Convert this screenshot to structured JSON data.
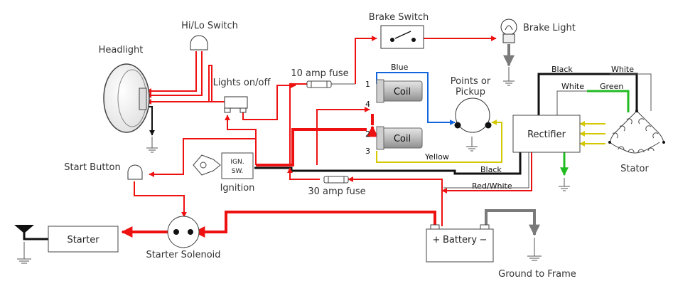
{
  "components": {
    "headlight": "Headlight",
    "hilo_switch": "Hi/Lo Switch",
    "brake_switch": "Brake Switch",
    "brake_light": "Brake Light",
    "lights_onoff": "Lights on/off",
    "fuse_10": "10 amp fuse",
    "fuse_30": "30 amp fuse",
    "coil_top": "Coil",
    "coil_bottom": "Coil",
    "points": "Points or",
    "pickup": "Pickup",
    "rectifier": "Rectifier",
    "stator": "Stator",
    "start_button": "Start Button",
    "ignition": "Ignition",
    "ign_line1": "IGN.",
    "ign_line2": "SW.",
    "starter": "Starter",
    "starter_solenoid": "Starter Solenoid",
    "battery": "Battery",
    "battery_plus": "+",
    "battery_minus": "−",
    "ground_to_frame": "Ground to Frame"
  },
  "terminals": {
    "t1": "1",
    "t4": "4",
    "t2": "2",
    "t3": "3"
  },
  "wires": {
    "blue": "Blue",
    "yellow": "Yellow",
    "black_rect": "Black",
    "black_top": "Black",
    "white_top": "White",
    "white_inner": "White",
    "green": "Green",
    "red_white": "Red/White"
  },
  "colors": {
    "red": "#ee1111",
    "black": "#111111",
    "blue": "#1166dd",
    "yellow": "#d4c800",
    "green": "#22bb22",
    "gray": "#7a7a7a"
  }
}
